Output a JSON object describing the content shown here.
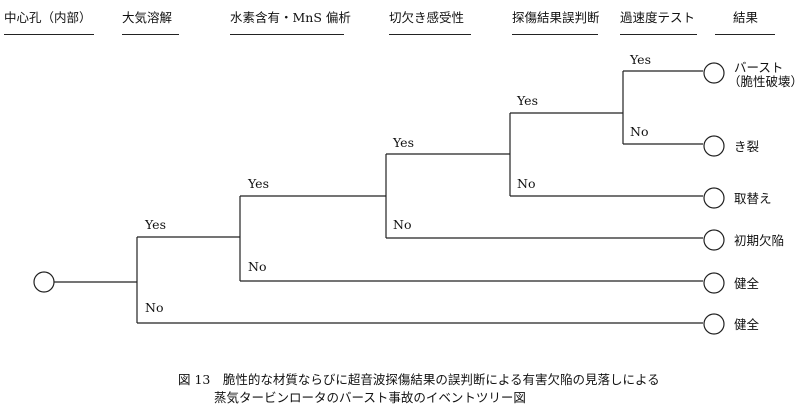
{
  "headers": [
    "中心孔（内部）",
    "大気溶解",
    "水素含有・MnS 偏析",
    "切欠き感受性",
    "探傷結果誤判断",
    "過速度テスト",
    "結果"
  ],
  "branch_labels": {
    "yes": "Yes",
    "no": "No"
  },
  "outcomes": [
    [
      "バースト",
      "（脆性破壊）"
    ],
    [
      "き裂"
    ],
    [
      "取替え"
    ],
    [
      "初期欠陥"
    ],
    [
      "健全"
    ],
    [
      "健全"
    ]
  ],
  "caption": {
    "line1": "図 13　脆性的な材質ならびに超音波探傷結果の誤判断による有害欠陥の見落しによる",
    "line2": "蒸気タービンロータのバースト事故のイベントツリー図"
  }
}
